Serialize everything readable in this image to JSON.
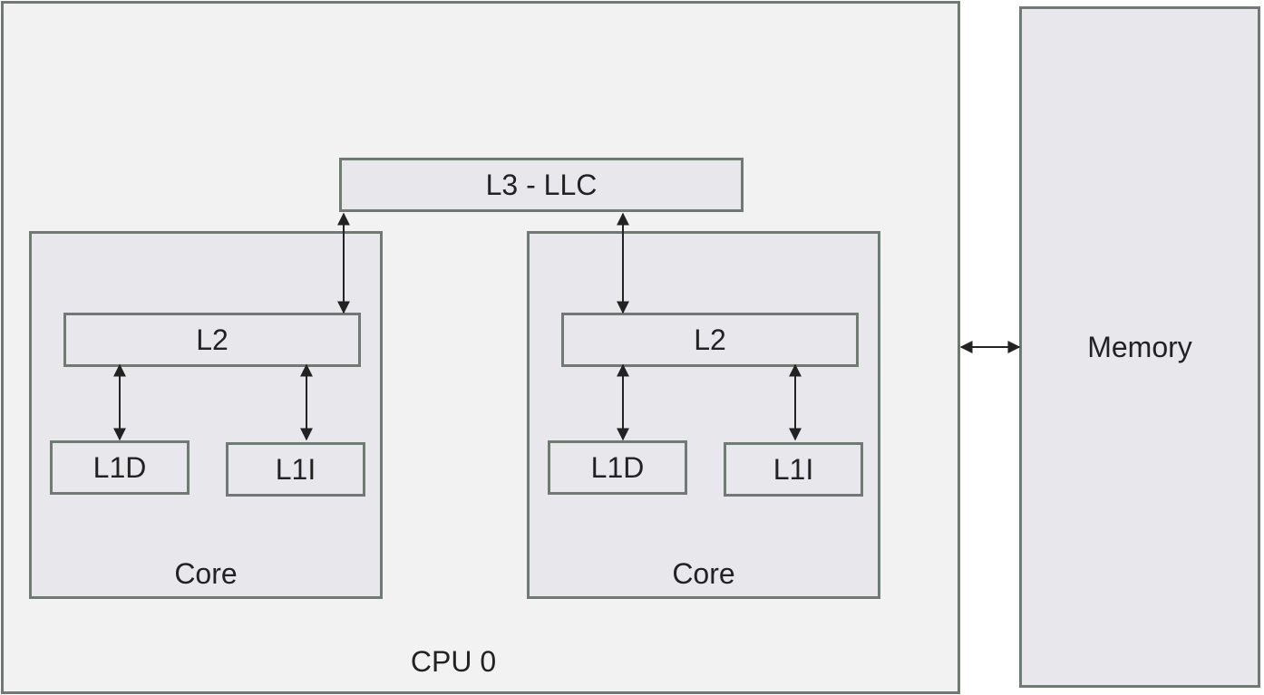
{
  "cpu": {
    "label": "CPU 0"
  },
  "llc": {
    "label": "L3 - LLC"
  },
  "cores": [
    {
      "label": "Core",
      "l2": "L2",
      "l1d": "L1D",
      "l1i": "L1I"
    },
    {
      "label": "Core",
      "l2": "L2",
      "l1d": "L1D",
      "l1i": "L1I"
    }
  ],
  "memory": {
    "label": "Memory"
  },
  "colors": {
    "border": "#6f7a72",
    "cpu_fill": "#f2f2f2",
    "box_fill": "#e8e7ec",
    "arrow": "#222222"
  }
}
